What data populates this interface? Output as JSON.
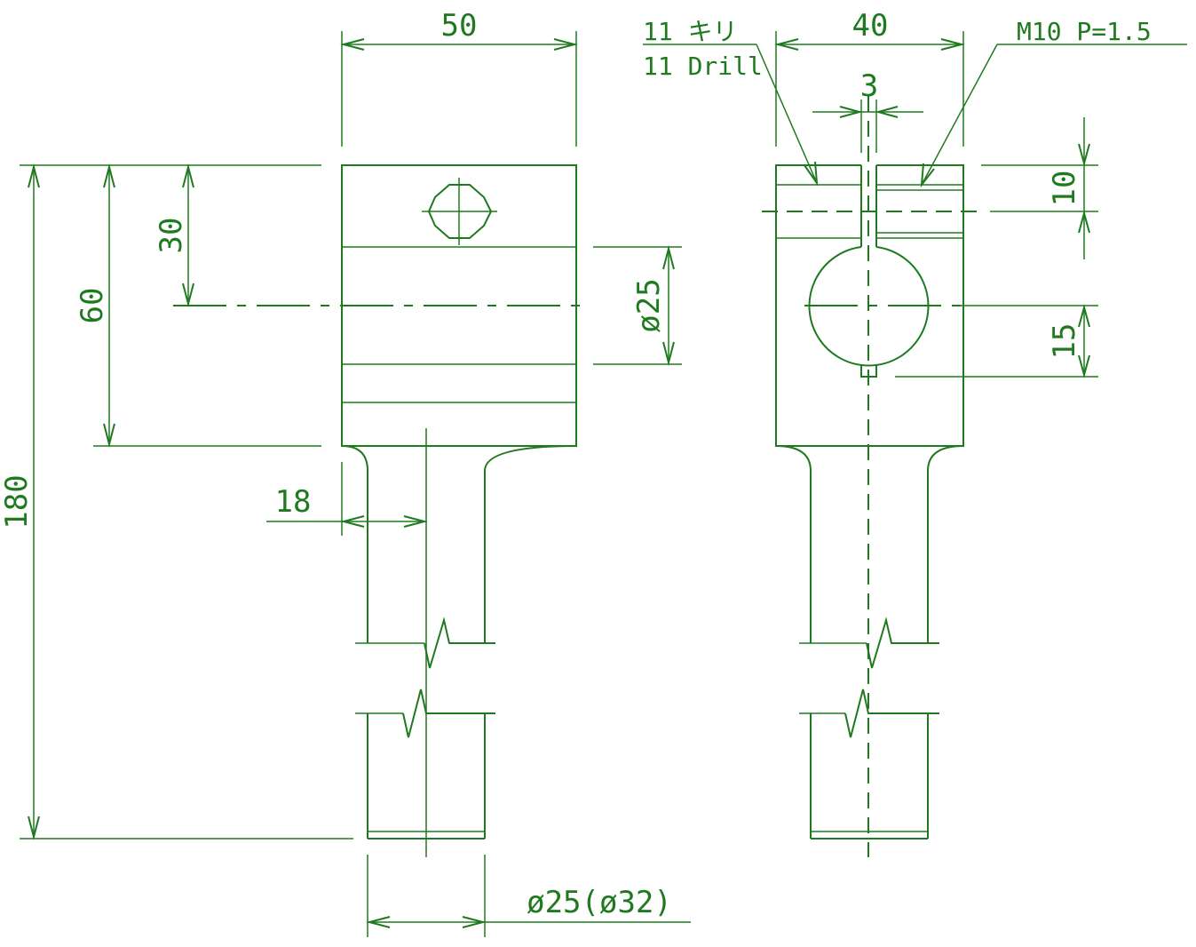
{
  "colors": {
    "line": "#1f7a1f",
    "background": "#ffffff"
  },
  "dimensions": {
    "width_front": "50",
    "width_side": "40",
    "slit": "3",
    "to_center": "30",
    "block_height": "60",
    "total_length": "180",
    "bore_dia": "ø25",
    "thread_offset": "10",
    "slit_depth": "15",
    "rod_offset": "18",
    "rod_dia": "ø25(ø32)"
  },
  "notes": {
    "drill_jp": "11 キリ",
    "drill_en": "11 Drill",
    "thread": "M10 P=1.5"
  }
}
